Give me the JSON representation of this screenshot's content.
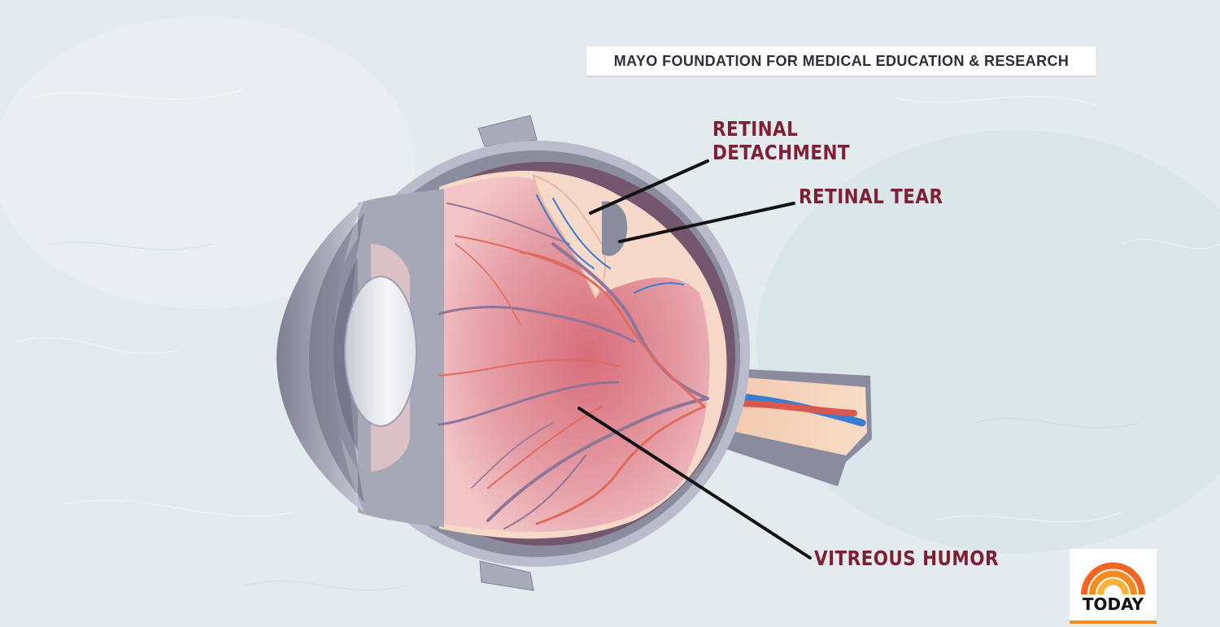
{
  "credit": "MAYO FOUNDATION FOR MEDICAL EDUCATION & RESEARCH",
  "labels": {
    "retinal_detachment_line1": "RETINAL",
    "retinal_detachment_line2": "DETACHMENT",
    "retinal_tear": "RETINAL TEAR",
    "vitreous_humor": "VITREOUS HUMOR"
  },
  "logo": {
    "text": "TODAY",
    "arc_colors": [
      "#f26522",
      "#f68b1f",
      "#fbb040"
    ]
  },
  "colors": {
    "label_text": "#7e1f35",
    "background": "#e4ebee",
    "retina": "#f6d9c9",
    "vitreous": "#e39aa2",
    "artery": "#d9584e",
    "vein": "#3a7ccf"
  }
}
